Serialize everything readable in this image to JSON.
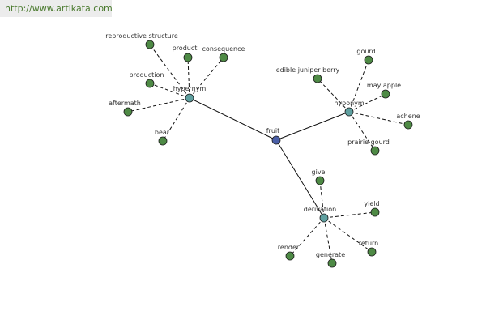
{
  "watermark": "http://www.artikata.com",
  "colors": {
    "center": "#4a5fa8",
    "hub": "#5fa0a0",
    "leaf": "#4e8a45"
  },
  "center": {
    "label": "fruit"
  },
  "hubs": [
    {
      "id": "hypernym",
      "label": "hypernym",
      "leaves": [
        "reproductive structure",
        "product",
        "consequence",
        "production",
        "aftermath",
        "bear"
      ]
    },
    {
      "id": "hyponym",
      "label": "hyponym",
      "leaves": [
        "edible juniper berry",
        "gourd",
        "may apple",
        "achene",
        "prairie gourd"
      ]
    },
    {
      "id": "derivation",
      "label": "derivation",
      "leaves": [
        "give",
        "yield",
        "return",
        "generate",
        "render"
      ]
    }
  ]
}
